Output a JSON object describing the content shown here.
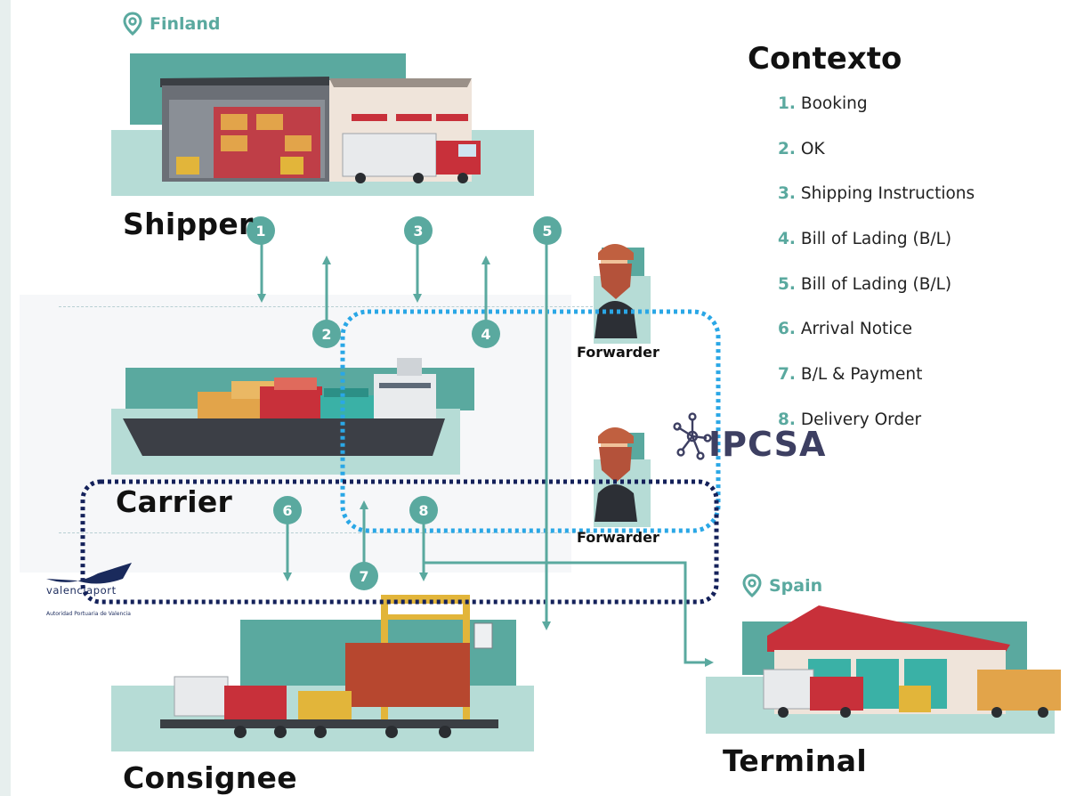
{
  "locations": {
    "origin": "Finland",
    "destination": "Spain"
  },
  "roles": {
    "shipper": "Shipper",
    "carrier": "Carrier",
    "consignee": "Consignee",
    "terminal": "Terminal",
    "forwarder_top": "Forwarder",
    "forwarder_bottom": "Forwarder"
  },
  "context": {
    "title": "Contexto",
    "items": [
      {
        "num": "1.",
        "label": "Booking"
      },
      {
        "num": "2.",
        "label": "OK"
      },
      {
        "num": "3.",
        "label": "Shipping Instructions"
      },
      {
        "num": "4.",
        "label": "Bill of Lading (B/L)"
      },
      {
        "num": "5.",
        "label": "Bill of Lading (B/L)"
      },
      {
        "num": "6.",
        "label": "Arrival Notice"
      },
      {
        "num": "7.",
        "label": "B/L & Payment"
      },
      {
        "num": "8.",
        "label": "Delivery Order"
      }
    ]
  },
  "badges": [
    "1",
    "2",
    "3",
    "4",
    "5",
    "6",
    "7",
    "8"
  ],
  "logos": {
    "ipcsa": "IPCSA",
    "valenciaport": "valenciaport",
    "valenciaport_sub": "Autoridad Portuaria de Valencia"
  },
  "colors": {
    "teal": "#5aa99f",
    "teal_light": "#b6dcd6",
    "dotted_light_blue": "#2aa7e6",
    "dotted_navy": "#14215a",
    "truck_red": "#c8303a",
    "container_orange": "#e2a44a"
  },
  "icons": [
    "location-pin-icon",
    "ipcsa-network-icon",
    "valenciaport-wave-icon"
  ]
}
